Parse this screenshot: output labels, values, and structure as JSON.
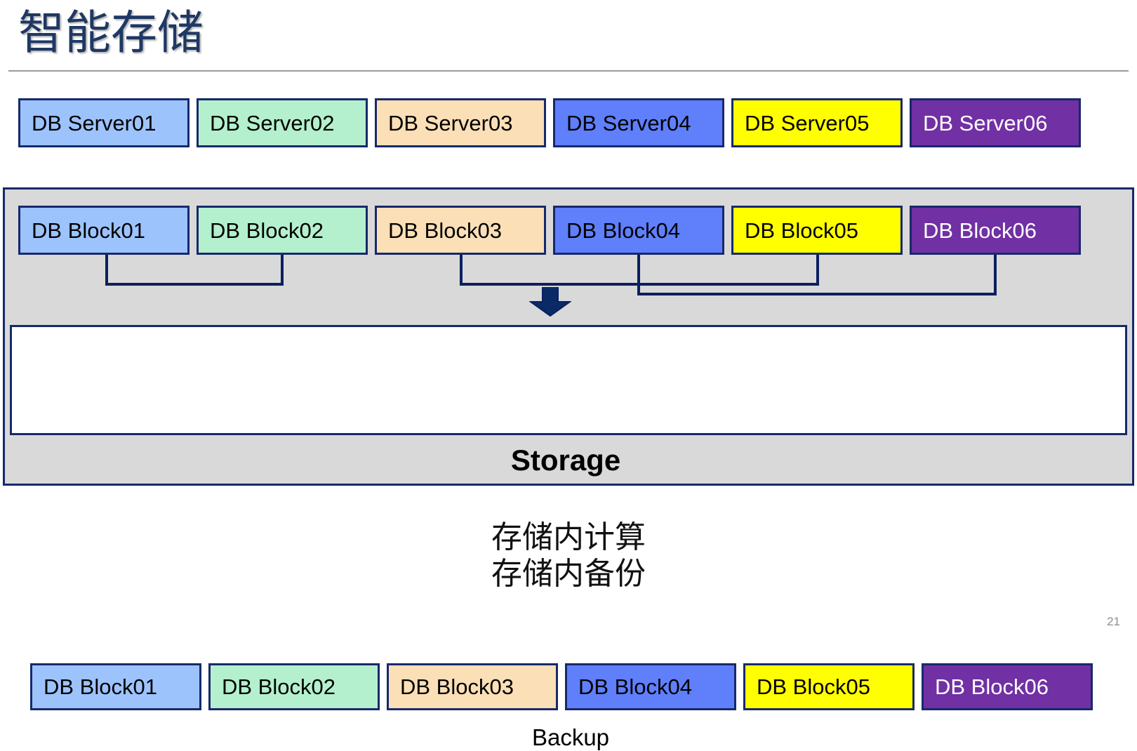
{
  "slide": {
    "title": "智能存储",
    "page_number": "21",
    "caption_lines": [
      "存储内计算",
      "存储内备份"
    ]
  },
  "palette": {
    "title_color": "#1f3864",
    "border_color": "#17296b",
    "connector_color": "#0a2060",
    "storage_bg": "#d9d9d9",
    "backup_bg": "#ffffff",
    "rule_color": "#9a9a9a",
    "page_number_color": "#8d8d8d",
    "swatches": {
      "light-blue": "#9dc3fd",
      "mint": "#b4f0cd",
      "peach": "#fbdfb6",
      "blue": "#5f7ffb",
      "yellow": "#ffff00",
      "purple": "#7130a3"
    }
  },
  "servers": [
    {
      "label": "DB Server01",
      "color": "light-blue"
    },
    {
      "label": "DB Server02",
      "color": "mint"
    },
    {
      "label": "DB Server03",
      "color": "peach"
    },
    {
      "label": "DB Server04",
      "color": "blue"
    },
    {
      "label": "DB Server05",
      "color": "yellow"
    },
    {
      "label": "DB Server06",
      "color": "purple"
    }
  ],
  "storage": {
    "label": "Storage",
    "blocks_top": [
      {
        "label": "DB Block01",
        "color": "light-blue"
      },
      {
        "label": "DB Block02",
        "color": "mint"
      },
      {
        "label": "DB Block03",
        "color": "peach"
      },
      {
        "label": "DB Block04",
        "color": "blue"
      },
      {
        "label": "DB Block05",
        "color": "yellow"
      },
      {
        "label": "DB Block06",
        "color": "purple"
      }
    ],
    "backup": {
      "label": "Backup",
      "blocks": [
        {
          "label": "DB Block01",
          "color": "light-blue"
        },
        {
          "label": "DB Block02",
          "color": "mint"
        },
        {
          "label": "DB Block03",
          "color": "peach"
        },
        {
          "label": "DB Block04",
          "color": "blue"
        },
        {
          "label": "DB Block05",
          "color": "yellow"
        },
        {
          "label": "DB Block06",
          "color": "purple"
        }
      ]
    },
    "connector_pairs": [
      {
        "from": "DB Block01",
        "to": "DB Block02"
      },
      {
        "from": "DB Block03",
        "to": "DB Block05"
      },
      {
        "from": "DB Block04",
        "to": "DB Block06"
      }
    ],
    "flow_direction": "down"
  }
}
